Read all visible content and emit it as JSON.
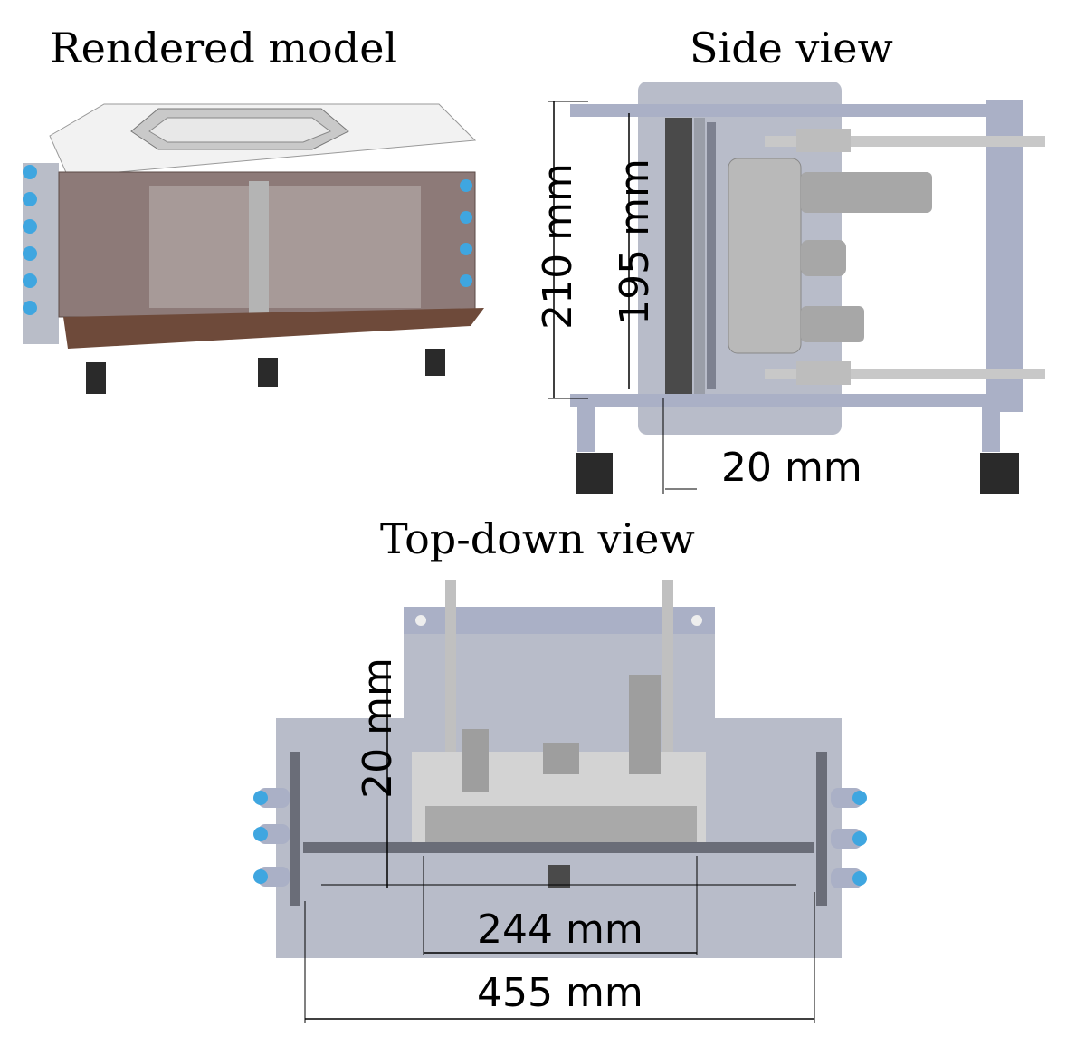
{
  "titles": {
    "rendered": "Rendered model",
    "side": "Side view",
    "top": "Top-down view"
  },
  "dimensions": {
    "side_outer_height": "210 mm",
    "side_inner_height": "195 mm",
    "side_gap": "20 mm",
    "top_gap": "20 mm",
    "top_inner_width": "244 mm",
    "top_outer_width": "455 mm"
  },
  "colors": {
    "frame_blue_gray": "#aab0c6",
    "panel_gray": "#b8bcc9",
    "base_brown": "#6e4a3a",
    "connector_blue": "#3fa6e0",
    "dark_pad": "#2a2a2a"
  }
}
